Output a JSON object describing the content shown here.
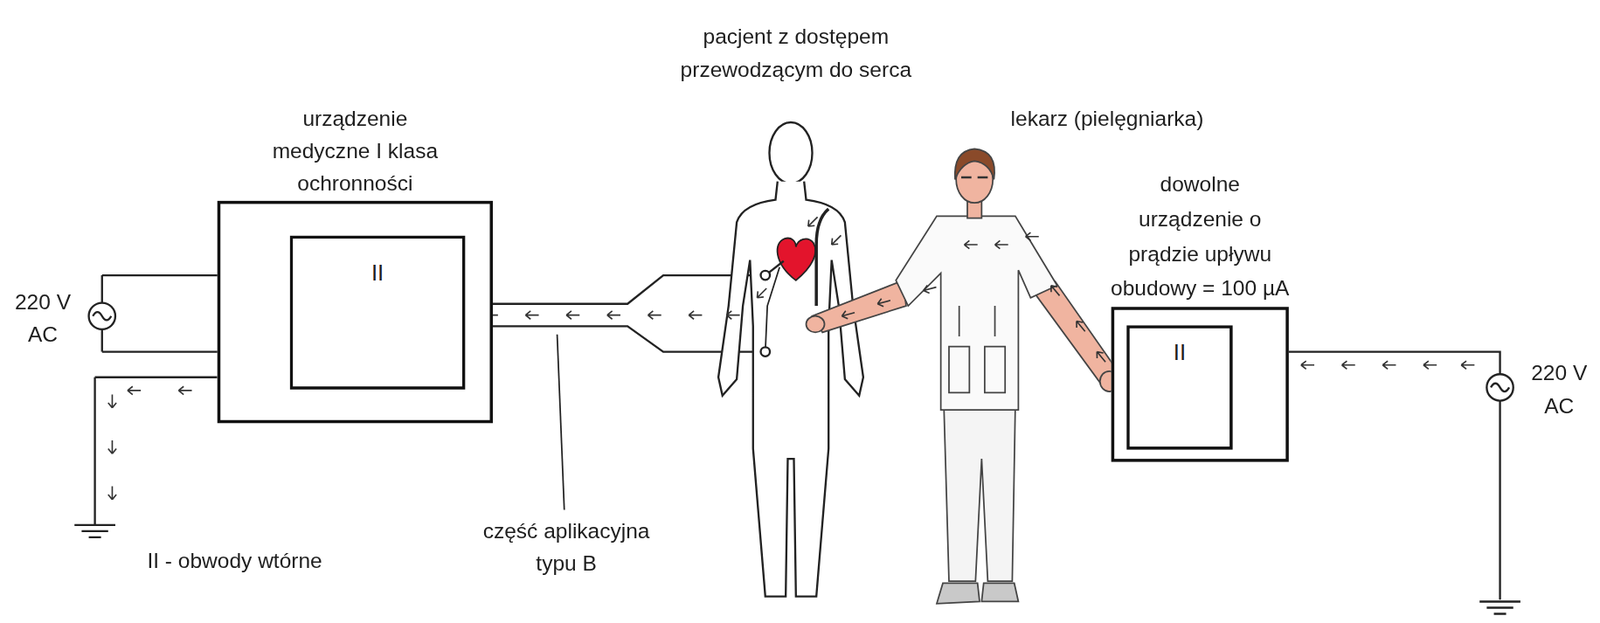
{
  "diagram": {
    "nodes": [
      {
        "text": [
          "urządzenie medyczne I klasa ochronności"
        ]
      },
      {
        "text": [
          "II"
        ],
        "in": 0
      },
      {
        "text": [
          "dowolne urządzenie o prądzie upływu obudowy = 100 µA"
        ]
      },
      {
        "text": [
          "II"
        ],
        "in": 2
      }
    ],
    "labels": [
      "pacjent z dostępem przewodzącym do serca",
      "lekarz (pielęgniarka)",
      "220 V AC",
      "220 V AC",
      "część aplikacyjna typu B",
      "II - obwody wtórne"
    ]
  }
}
